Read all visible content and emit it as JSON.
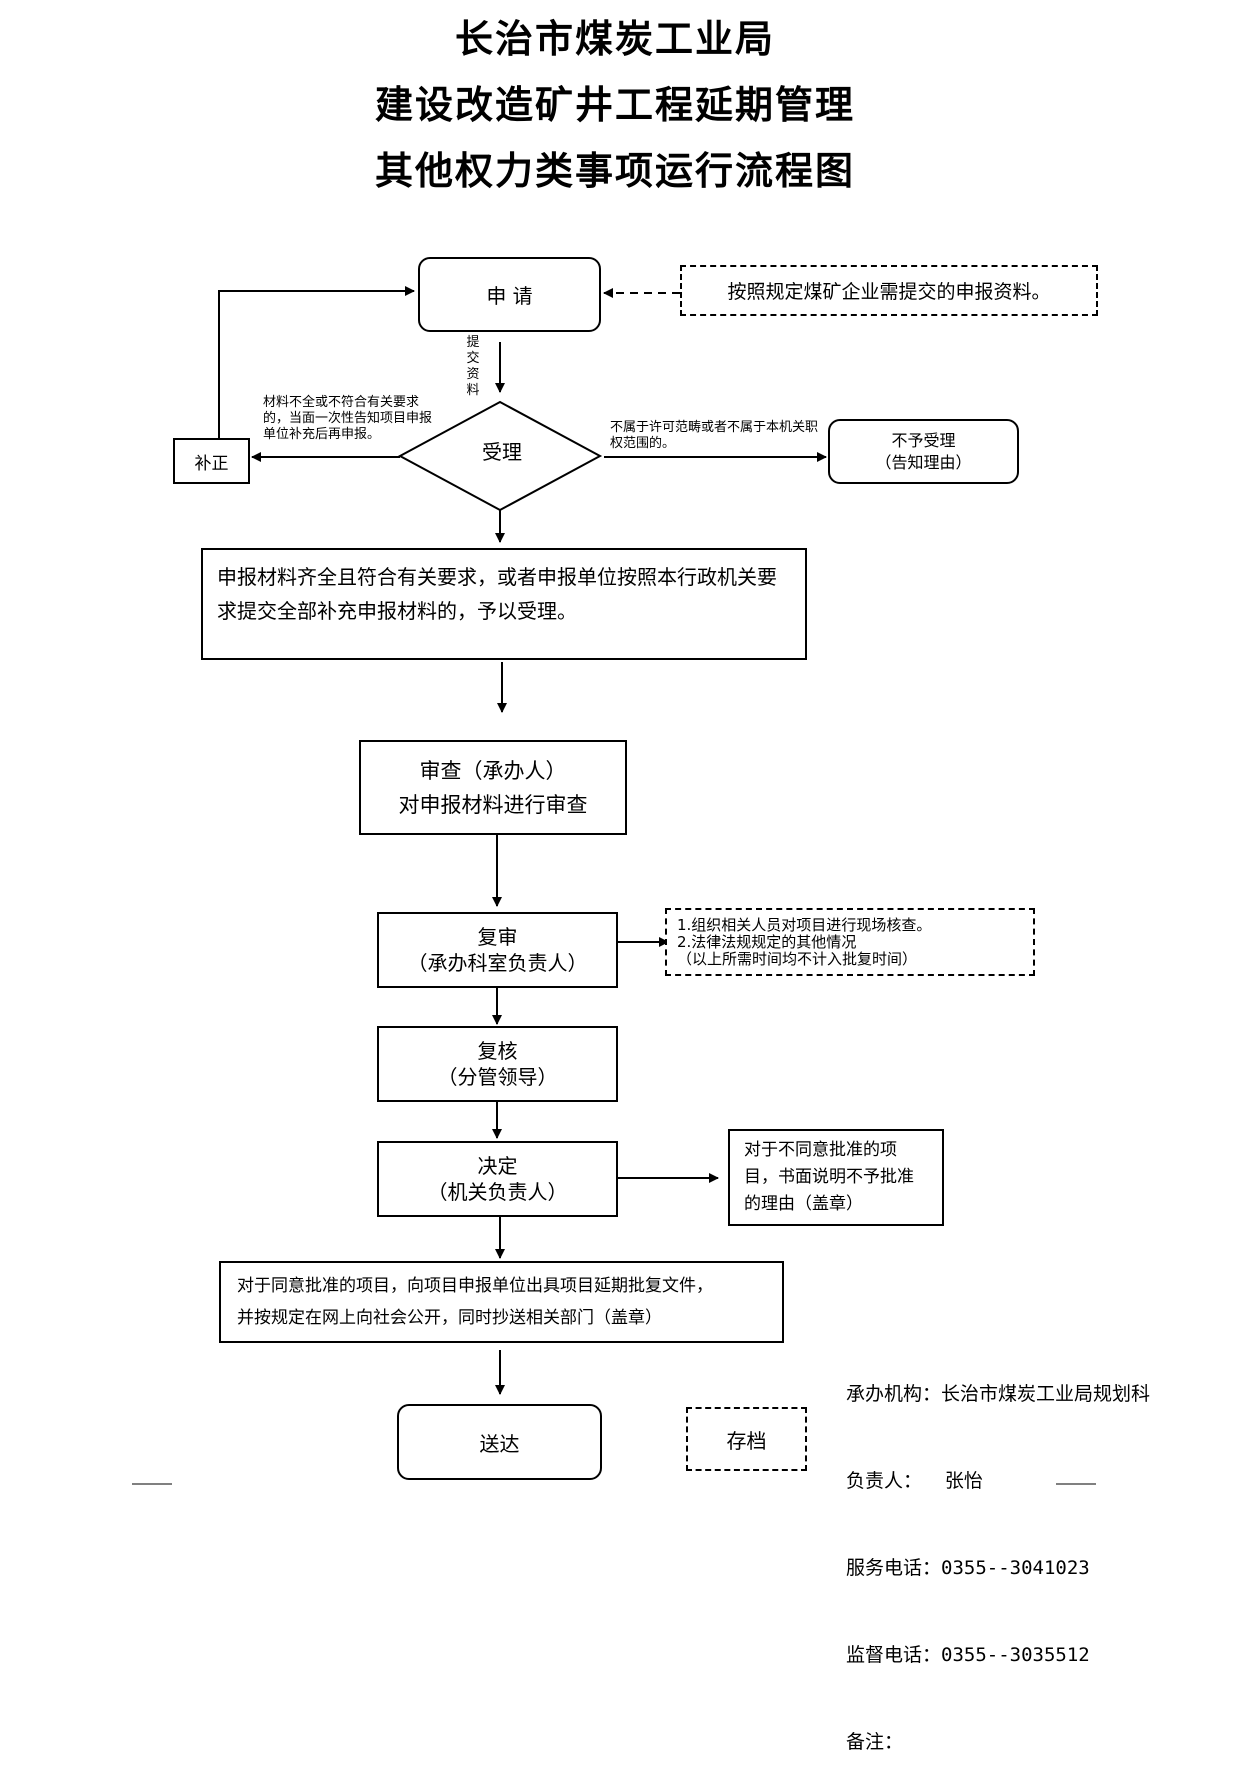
{
  "title": {
    "line1": "长治市煤炭工业局",
    "line2": "建设改造矿井工程延期管理",
    "line3": "其他权力类事项运行流程图"
  },
  "nodes": {
    "apply": "申 请",
    "apply_note": "按照规定煤矿企业需提交的申报资料。",
    "submit_label": "提交资料",
    "accept": "受理",
    "correction": "补正",
    "correction_note": "材料不全或不符合有关要求的，当面一次性告知项目申报单位补充后再申报。",
    "reject_note": "不属于许可范畴或者不属于本机关职权范围的。",
    "reject": {
      "line1": "不予受理",
      "line2": "（告知理由）"
    },
    "accept_result": "申报材料齐全且符合有关要求，或者申报单位按照本行政机关要求提交全部补充申报材料的，予以受理。",
    "review": {
      "line1": "审查（承办人）",
      "line2": "对申报材料进行审查"
    },
    "recheck": {
      "line1": "复审",
      "line2": "（承办科室负责人）"
    },
    "recheck_note": {
      "line1": "1.组织相关人员对项目进行现场核查。",
      "line2": "2.法律法规规定的其他情况",
      "line3": "（以上所需时间均不计入批复时间）"
    },
    "verify": {
      "line1": "复核",
      "line2": "（分管领导）"
    },
    "decide": {
      "line1": "决定",
      "line2": "（机关负责人）"
    },
    "deny_note": "对于不同意批准的项目，书面说明不予批准的理由（盖章）",
    "approve_note": {
      "line1": "对于同意批准的项目，向项目申报单位出具项目延期批复文件，",
      "line2": "并按规定在网上向社会公开，同时抄送相关部门（盖章）"
    },
    "deliver": "送达",
    "archive": "存档"
  },
  "info": {
    "org": "承办机构：长治市煤炭工业局规划科",
    "person": "负责人：  张怡",
    "service_phone": "服务电话：0355--3041023",
    "supervise_phone": "监督电话：0355--3035512",
    "remark": "备注："
  }
}
